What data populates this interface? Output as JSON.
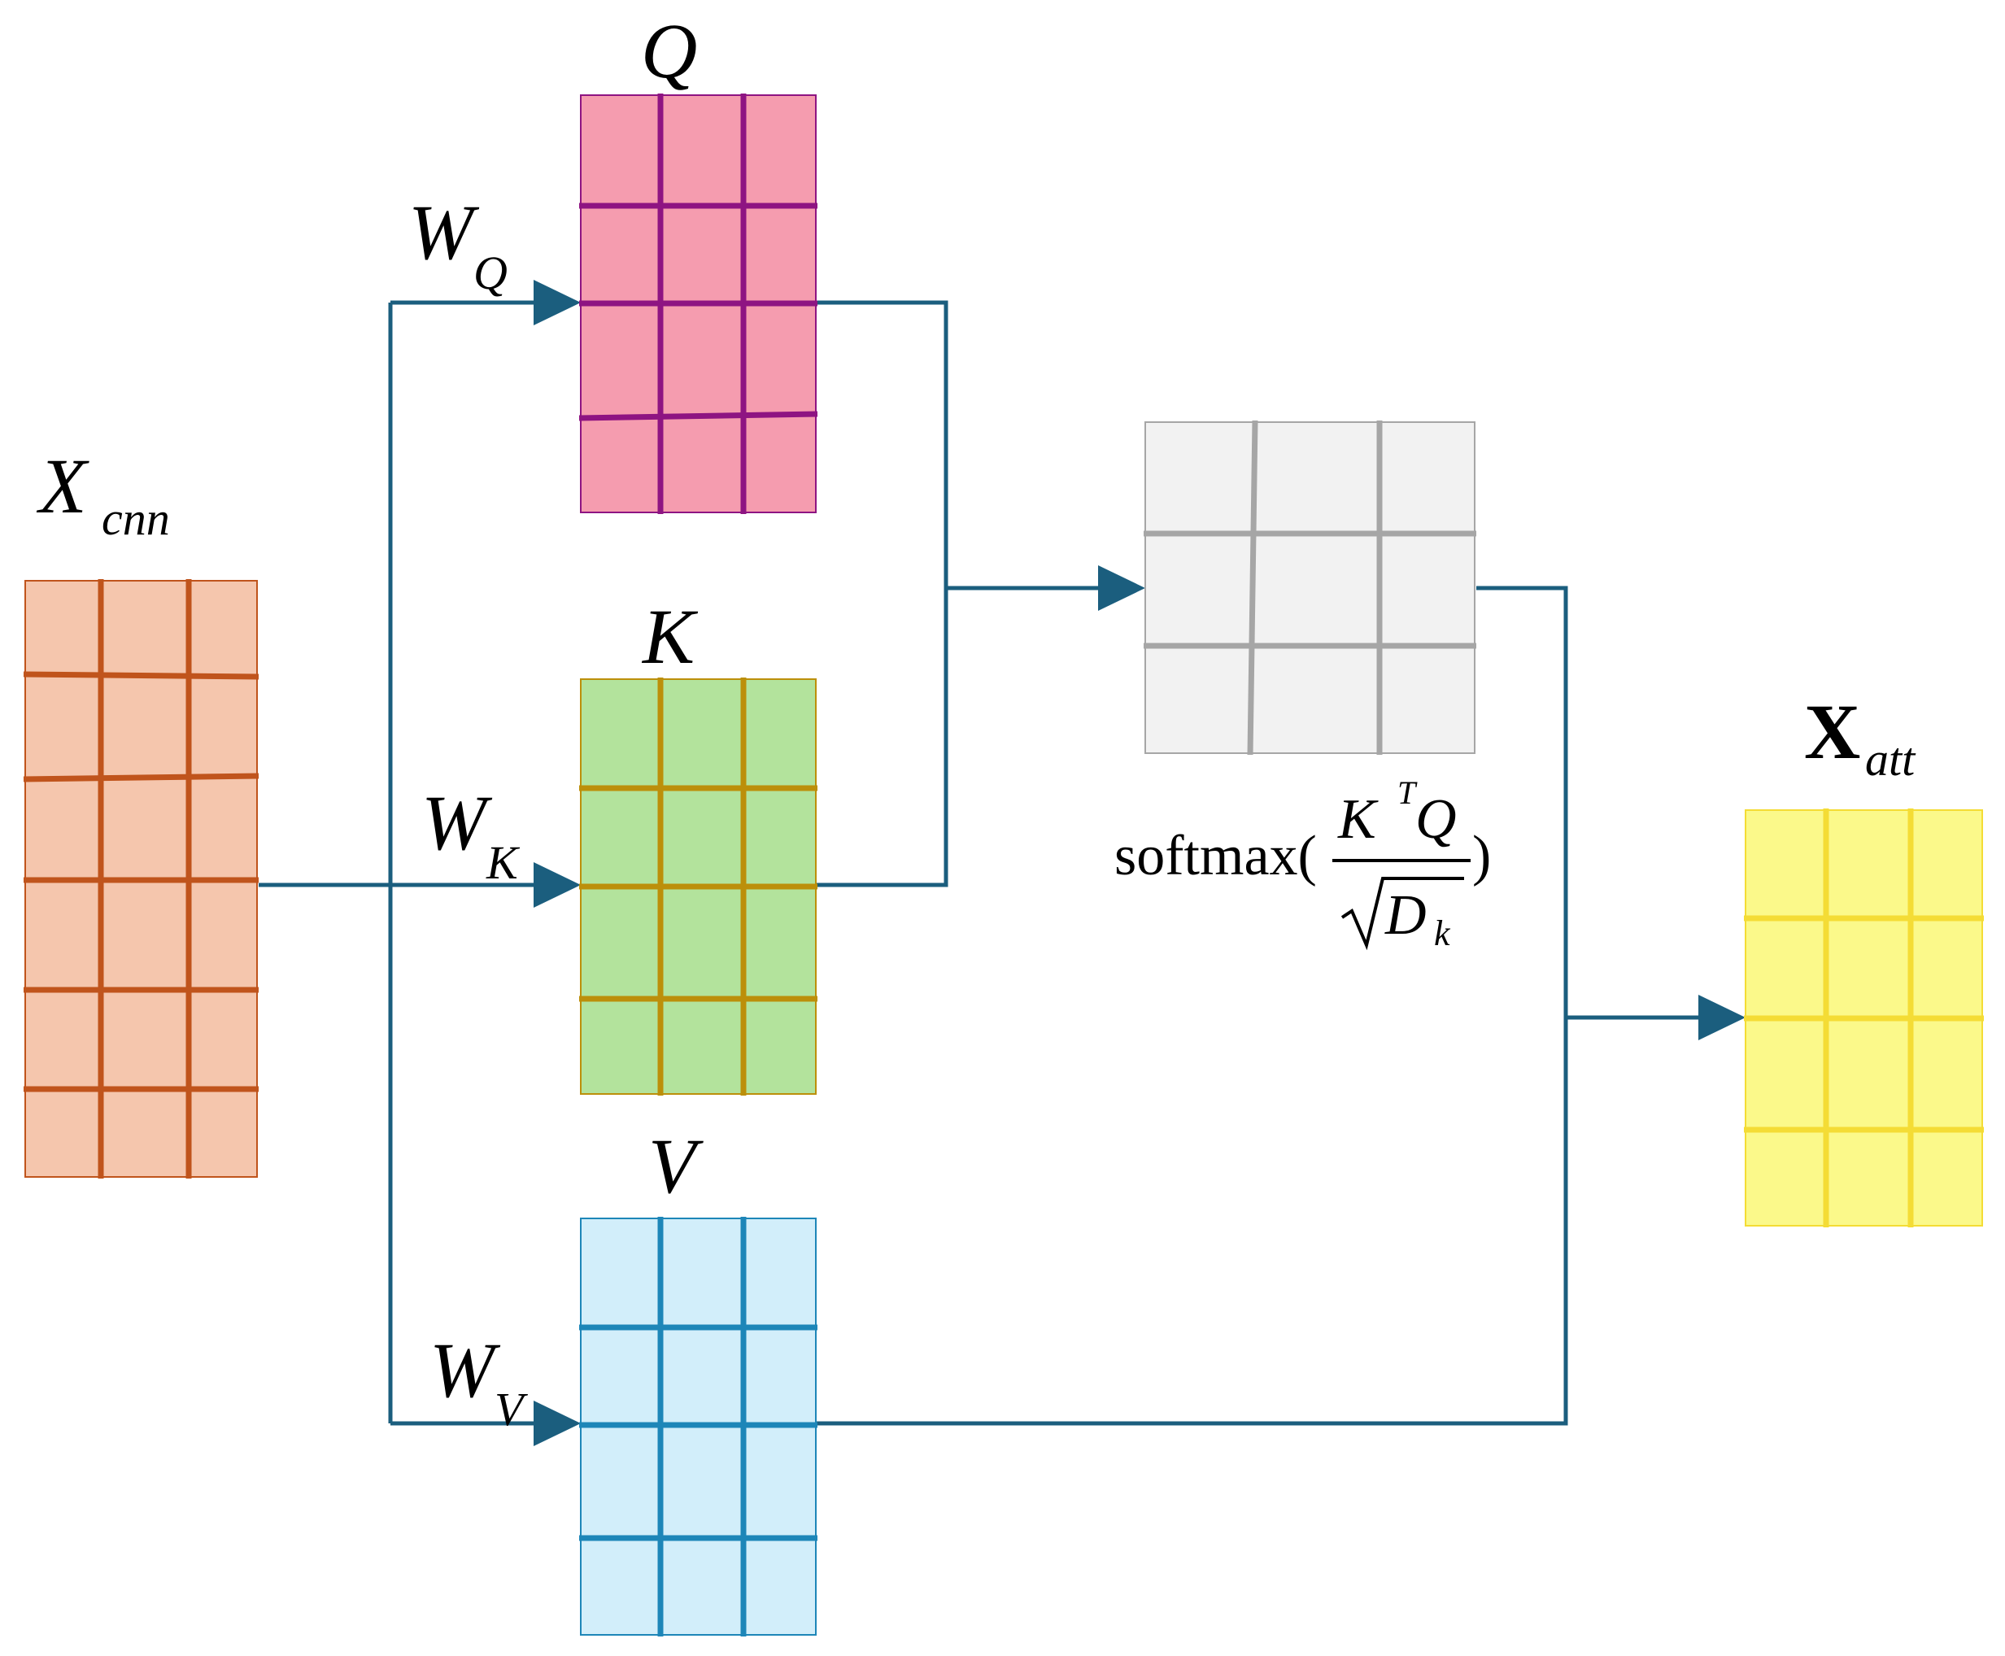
{
  "colors": {
    "connector": "#1b5e7e",
    "xcnn_fill": "#f5c6ad",
    "xcnn_line": "#c0541c",
    "q_fill": "#f59caf",
    "q_line": "#8e1482",
    "k_fill": "#b3e39c",
    "k_line": "#bc8f0a",
    "v_fill": "#d2eefa",
    "v_line": "#1d86b8",
    "attn_fill": "#f2f2f2",
    "attn_line": "#a6a6a6",
    "xatt_fill": "#fbf98a",
    "xatt_line": "#f4dc35"
  },
  "labels": {
    "xcnn": {
      "main": "X",
      "sub": "cnn"
    },
    "q": "Q",
    "k": "K",
    "v": "V",
    "wq": {
      "main": "W",
      "sub": "Q"
    },
    "wk": {
      "main": "W",
      "sub": "K"
    },
    "wv": {
      "main": "W",
      "sub": "V"
    },
    "xatt": {
      "main": "X",
      "sub": "att"
    }
  },
  "formula": {
    "func": "softmax(",
    "numerator_k": "K",
    "numerator_sup": "T",
    "numerator_q": "Q",
    "denominator_d": "D",
    "denominator_sub": "k",
    "close": ")"
  }
}
